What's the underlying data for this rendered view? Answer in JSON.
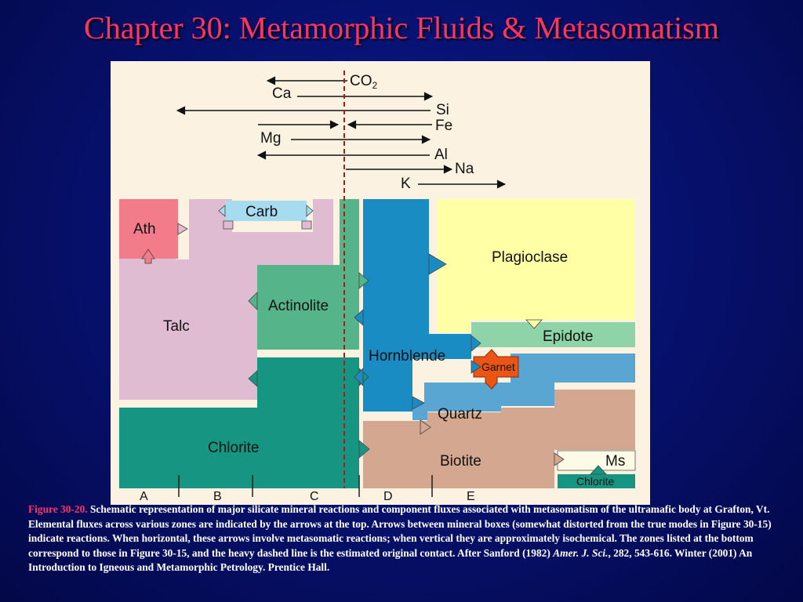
{
  "slide": {
    "title": "Chapter 30: Metamorphic Fluids & Metasomatism"
  },
  "colors": {
    "ath": "#f37c8a",
    "talc": "#e0bcd2",
    "carb": "#a7dbef",
    "actinolite": "#55b48a",
    "chlorite": "#169682",
    "hornblende": "#1a8cc4",
    "plagioclase": "#ffffa6",
    "epidote": "#8fd4a8",
    "garnet": "#ec5414",
    "quartz": "#5aa6d2",
    "biotite": "#d4a890",
    "ms": "#fdfbe6",
    "chlorite_small": "#169682"
  },
  "fluxes": {
    "co2": "CO",
    "co2_sub": "2",
    "ca": "Ca",
    "si": "Si",
    "fe": "Fe",
    "mg": "Mg",
    "al": "Al",
    "na": "Na",
    "k": "K"
  },
  "minerals": {
    "ath": "Ath",
    "carb": "Carb",
    "talc": "Talc",
    "actinolite": "Actinolite",
    "chlorite": "Chlorite",
    "hornblende": "Hornblende",
    "plagioclase": "Plagioclase",
    "epidote": "Epidote",
    "garnet": "Garnet",
    "quartz": "Quartz",
    "biotite": "Biotite",
    "ms": "Ms",
    "chlorite_small": "Chlorite"
  },
  "zones": [
    "A",
    "B",
    "C",
    "D",
    "E"
  ],
  "caption": {
    "head": "Figure 30-20.",
    "body": " Schematic representation of major silicate mineral reactions and component fluxes associated with metasomatism of the ultramafic body at Grafton, Vt. Elemental fluxes across various zones are indicated by the arrows at the top. Arrows between mineral boxes (somewhat distorted from the true modes in Figure 30-15) indicate reactions. When horizontal, these arrows involve metasomatic reactions; when vertical they are approximately isochemical. The zones listed at the bottom correspond to those in Figure 30-15, and the heavy dashed line is the estimated original contact. After Sanford (1982) ",
    "journal": "Amer. J. Sci.",
    "tail": ", 282, 543-616. Winter (2001) An Introduction to Igneous and Metamorphic Petrology. Prentice Hall."
  }
}
